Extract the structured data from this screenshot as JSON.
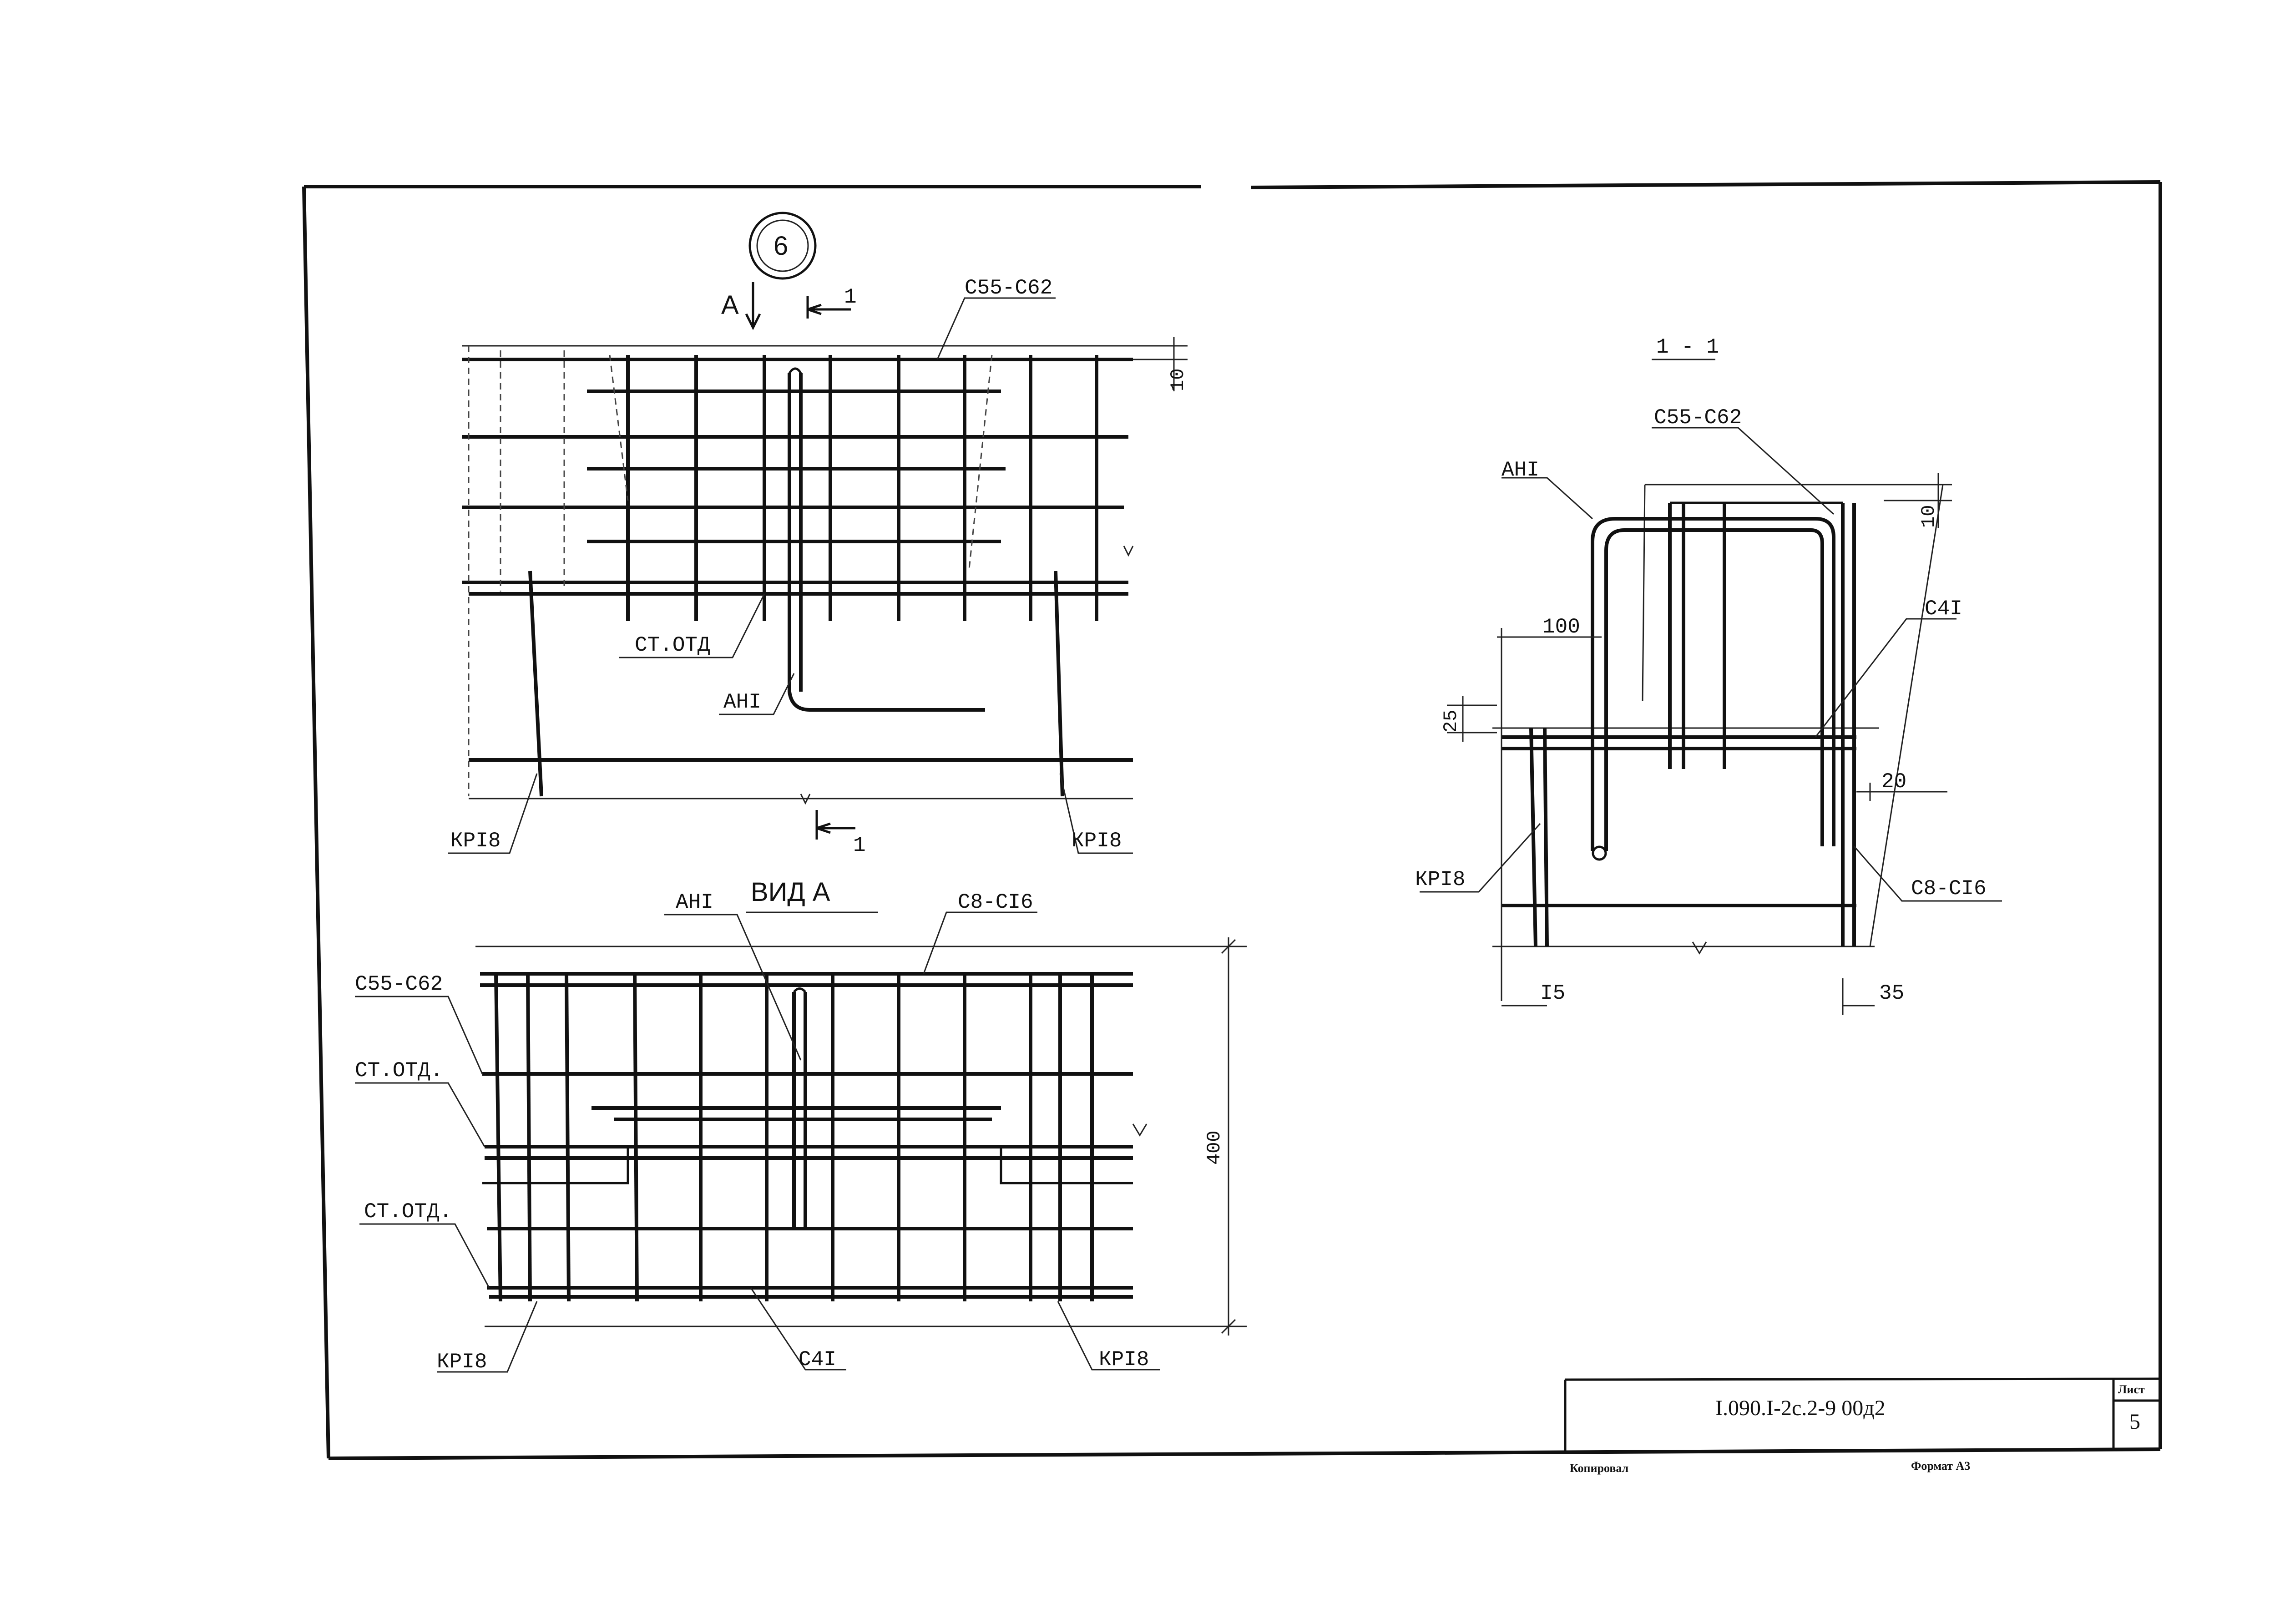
{
  "top_view": {
    "detail_number": "6",
    "view_arrow_label": "А",
    "section_label_top": "1",
    "section_label_bottom": "1",
    "labels": {
      "mesh": "С55-С62",
      "dim_10": "10",
      "st_otd": "СТ.ОТД",
      "anchor": "АНI",
      "frame_left": "КРI8",
      "frame_right": "КРI8"
    }
  },
  "view_a": {
    "title": "ВИД А",
    "labels": {
      "anchor": "АНI",
      "top_bars": "С8-СI6",
      "mesh": "С55-С62",
      "st_otd_1": "СТ.ОТД.",
      "st_otd_2": "СТ.ОТД.",
      "dim_400": "400",
      "frame_left": "КРI8",
      "bottom_bar": "С4I",
      "frame_right": "КРI8"
    }
  },
  "section_1_1": {
    "title": "1 - 1",
    "labels": {
      "mesh": "С55-С62",
      "anchor": "АНI",
      "dim_10": "10",
      "dim_100": "100",
      "bar_c41": "С4I",
      "dim_25": "25",
      "dim_20": "20",
      "frame": "КРI8",
      "bars_c8": "С8-СI6",
      "dim_15": "I5",
      "dim_35": "35"
    }
  },
  "title_block": {
    "document_code": "I.090.I-2с.2-9 00д2",
    "sheet_label": "Лист",
    "sheet_number": "5",
    "copied_by": "Копировал",
    "format": "Формат А3"
  }
}
